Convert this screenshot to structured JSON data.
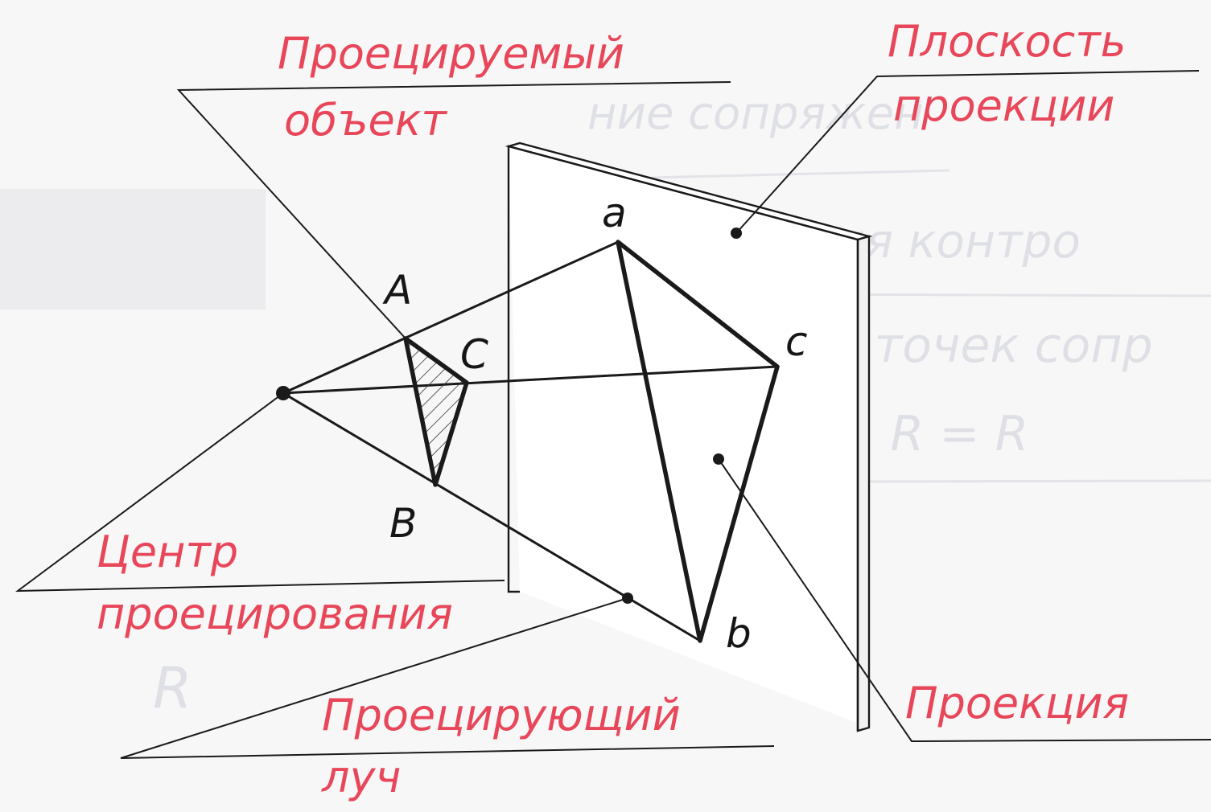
{
  "colors": {
    "label": "#e8475a",
    "line": "#1a1a1a",
    "background": "#f7f7f8"
  },
  "labels": {
    "projected_object": [
      "Проецируемый",
      "объект"
    ],
    "projection_plane": [
      "Плоскость",
      "проекции"
    ],
    "projection_center": [
      "Центр",
      "проецирования"
    ],
    "projecting_ray": [
      "Проецирующий",
      "луч"
    ],
    "projection": [
      "Проекция"
    ]
  },
  "points": {
    "A": "A",
    "B": "B",
    "C": "C",
    "a": "a",
    "b": "b",
    "c": "c"
  }
}
